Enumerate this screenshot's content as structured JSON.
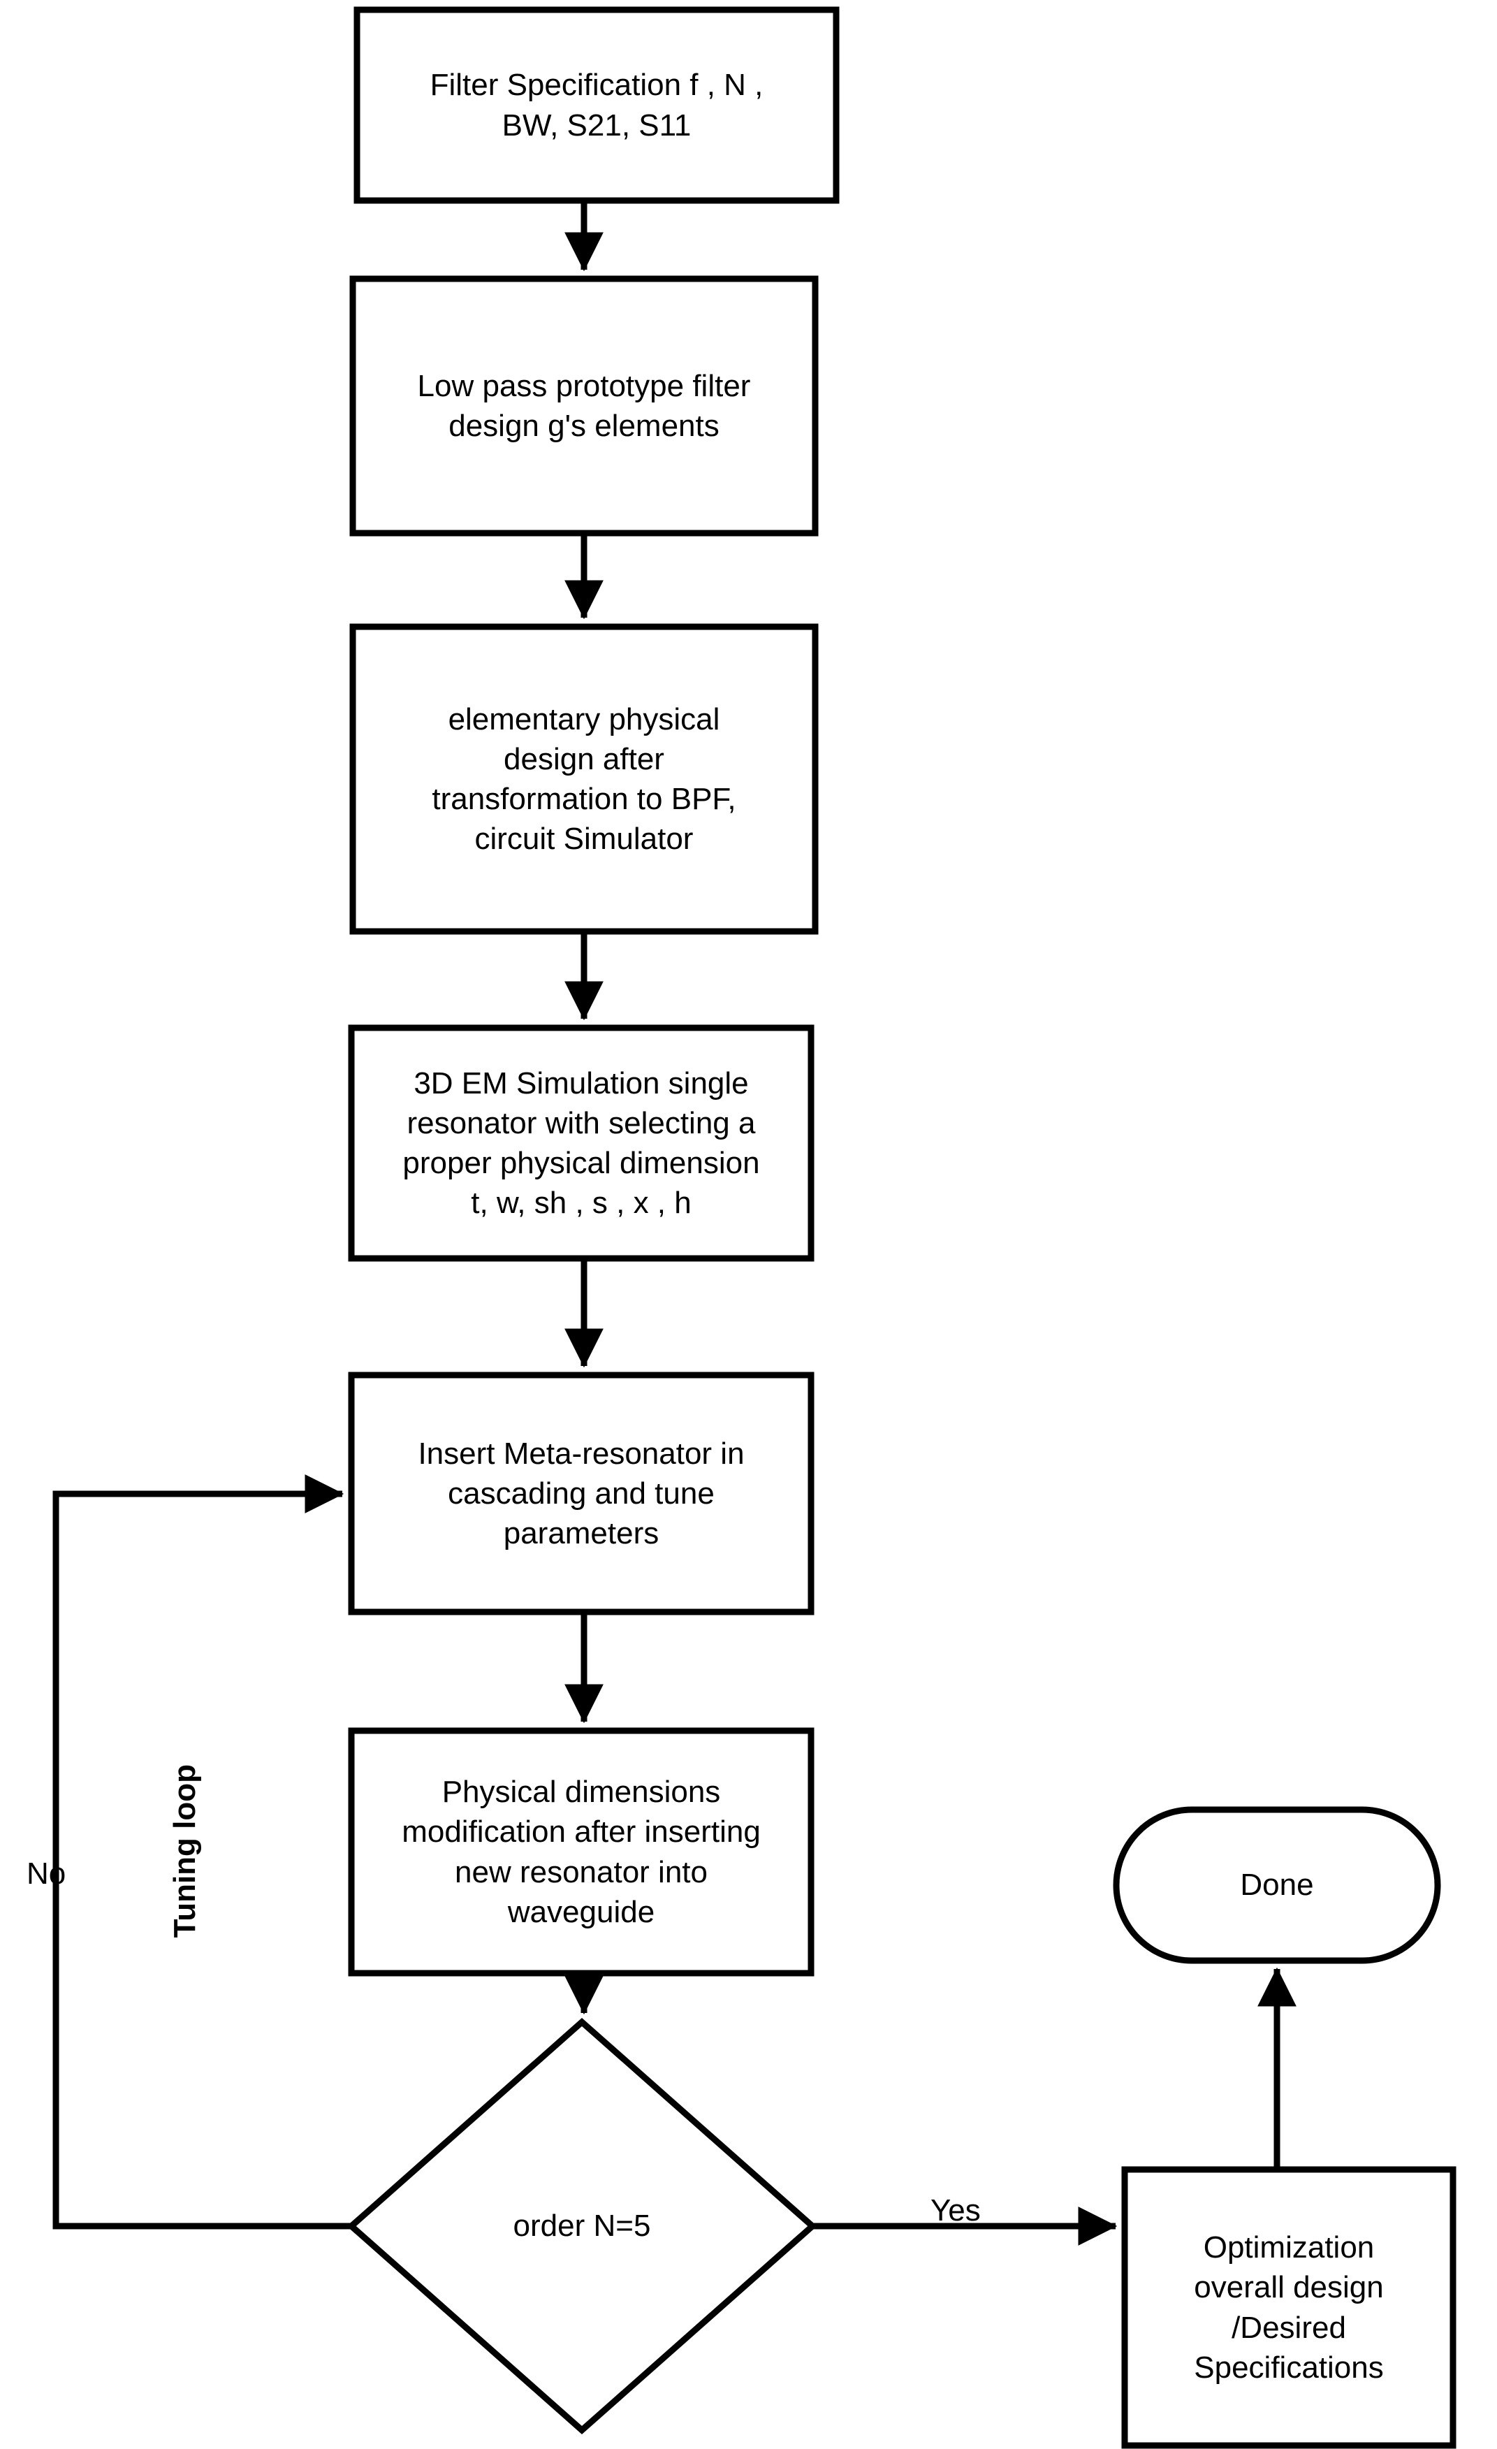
{
  "diagram": {
    "title": "Filter design procedure flowchart",
    "background_color": "#ffffff",
    "stroke_color": "#000000",
    "text_color": "#000000"
  },
  "nodes": {
    "filter_specification": {
      "shape": "rectangle",
      "text": "Filter Specification f , N ,\nBW, S21, S11"
    },
    "low_pass_prototype": {
      "shape": "rectangle",
      "text": "Low pass prototype filter\ndesign g's elements"
    },
    "elementary_physical_design": {
      "shape": "rectangle",
      "text": "elementary physical\ndesign after\ntransformation to BPF,\ncircuit Simulator"
    },
    "em_simulation": {
      "shape": "rectangle",
      "text": "3D EM Simulation single\nresonator with selecting a\nproper physical dimension\nt, w, sh , s , x , h"
    },
    "insert_meta_resonator": {
      "shape": "rectangle",
      "text": "Insert Meta-resonator  in\ncascading and tune\nparameters"
    },
    "physical_dimensions": {
      "shape": "rectangle",
      "text": "Physical dimensions\nmodification after inserting\nnew resonator into\nwaveguide"
    },
    "order_decision": {
      "shape": "diamond",
      "text": "order N=5"
    },
    "optimization": {
      "shape": "rectangle",
      "text": "Optimization\noverall design\n/Desired\nSpecifications"
    },
    "done": {
      "shape": "stadium",
      "text": "Done"
    }
  },
  "edge_labels": {
    "no": "No",
    "yes": "Yes",
    "tuning_loop": "Tuning loop"
  }
}
